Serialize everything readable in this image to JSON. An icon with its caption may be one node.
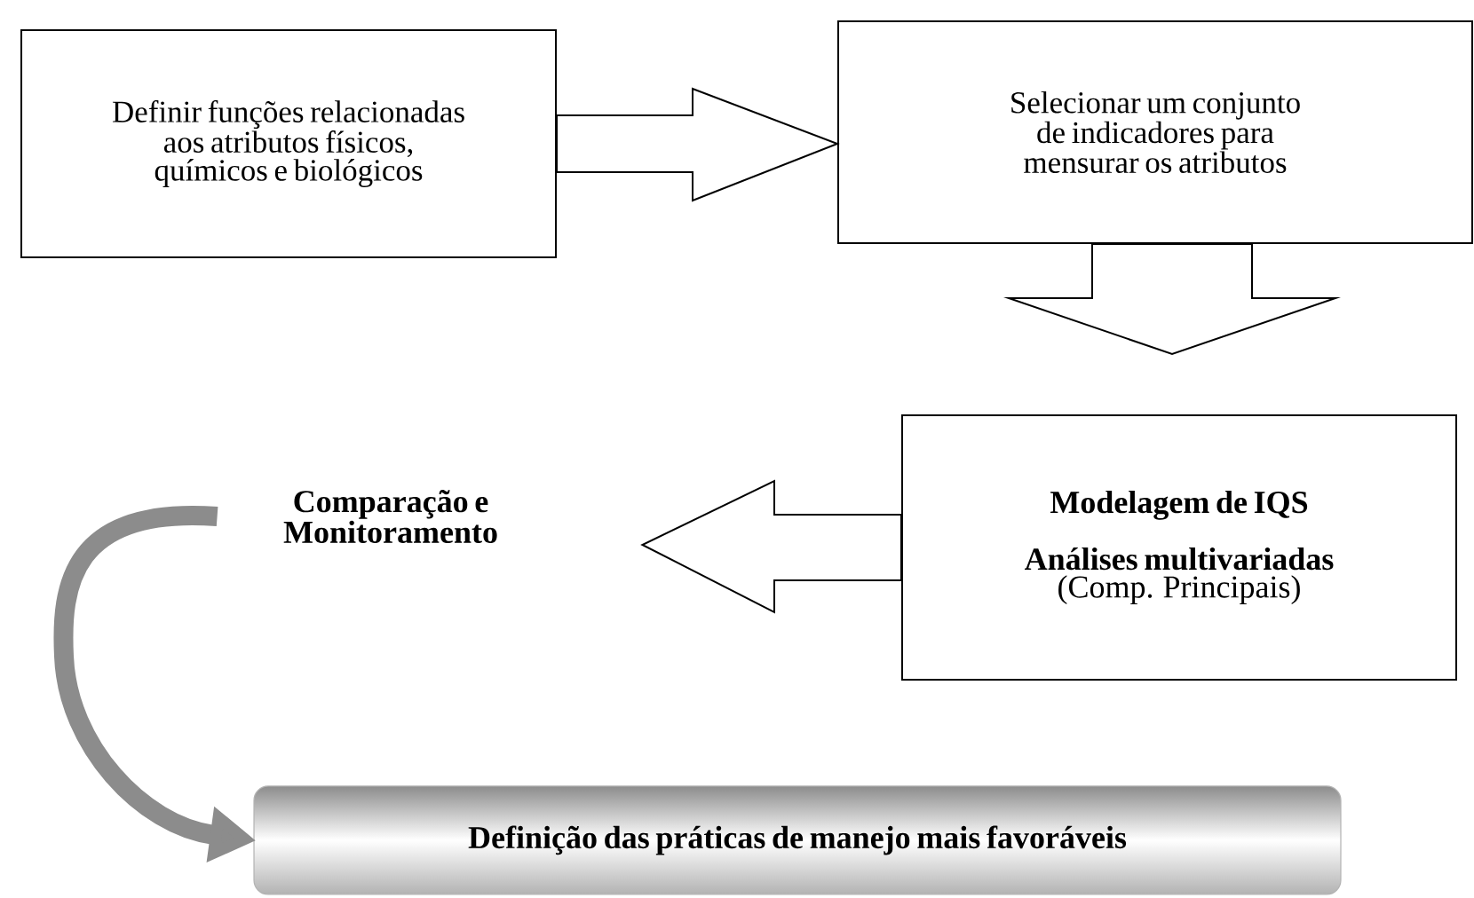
{
  "diagram": {
    "nodes": [
      {
        "text": [
          "Definir funções relacionadas aos atributos físicos, químicos e biológicos"
        ]
      },
      {
        "text": [
          "Selecionar um conjunto de indicadores para mensurar os atributos"
        ]
      },
      {
        "text": [
          "Modelagem de IQS",
          "Análises multivariadas",
          "(Comp. Principais)"
        ]
      },
      {
        "text": [
          "Comparação e Monitoramento"
        ]
      },
      {
        "text": [
          "Definição das práticas de manejo mais favoráveis"
        ]
      }
    ],
    "edges": [
      {
        "from": 0,
        "to": 1,
        "arrow": "to"
      },
      {
        "from": 1,
        "to": 2,
        "arrow": "to"
      },
      {
        "from": 2,
        "to": 3,
        "arrow": "to"
      },
      {
        "from": 3,
        "to": 4,
        "arrow": "to",
        "color": "#8c8c8c"
      }
    ]
  }
}
